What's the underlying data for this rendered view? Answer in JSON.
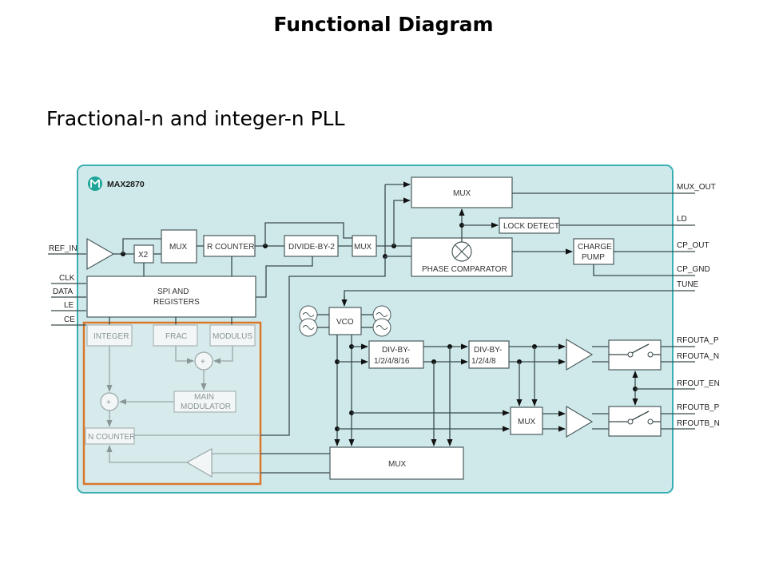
{
  "slide": {
    "title": "Functional Diagram",
    "subtitle": "Fractional-n and integer-n PLL"
  },
  "colors": {
    "board_fill": "#cfe9ea",
    "board_border": "#3bb0b4",
    "highlight_border": "#d9782b",
    "logo": "#1fa59a"
  },
  "chip": {
    "logo_icon": "maxim-logo-icon",
    "name": "MAX2870"
  },
  "blocks": {
    "x2": "X2",
    "ref_mux": "MUX",
    "r_counter": "R COUNTER",
    "divide_by_2": "DIVIDE-BY-2",
    "pfd_mux": "MUX",
    "out_mux": "MUX",
    "lock_detect": "LOCK DETECT",
    "phase_comparator": "PHASE COMPARATOR",
    "charge_pump_1": "CHARGE",
    "charge_pump_2": "PUMP",
    "spi_1": "SPI AND",
    "spi_2": "REGISTERS",
    "integer": "INTEGER",
    "frac": "FRAC",
    "modulus": "MODULUS",
    "main_mod_1": "MAIN",
    "main_mod_2": "MODULATOR",
    "n_counter": "N COUNTER",
    "vco": "VCO",
    "div1_1": "DIV-BY-",
    "div1_2": "1/2/4/8/16",
    "div2_1": "DIV-BY-",
    "div2_2": "1/2/4/8",
    "rfb_mux": "MUX",
    "fb_mux": "MUX",
    "sum_symbol": "+"
  },
  "pins_left": [
    "REF_IN",
    "CLK",
    "DATA",
    "LE",
    "CE"
  ],
  "pins_right": [
    "MUX_OUT",
    "LD",
    "CP_OUT",
    "CP_GND",
    "TUNE",
    "RFOUTA_P",
    "RFOUTA_N",
    "RFOUT_EN",
    "RFOUTB_P",
    "RFOUTB_N"
  ]
}
